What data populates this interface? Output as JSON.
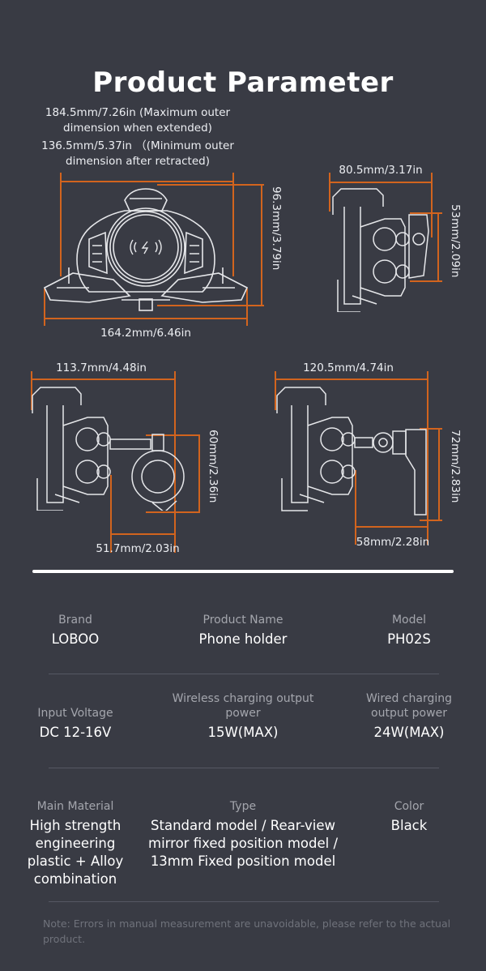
{
  "title": "Product Parameter",
  "accent_color": "#d2641e",
  "background_color": "#393b44",
  "diagrams": {
    "front_view": {
      "max_outer": "184.5mm/7.26in (Maximum outer",
      "max_outer_2": "dimension when extended)",
      "min_outer": "136.5mm/5.37in （(Minimum outer",
      "min_outer_2": "dimension after retracted)",
      "height": "96.3mm/3.79in",
      "width": "164.2mm/6.46in"
    },
    "side_view": {
      "width": "80.5mm/3.17in",
      "height": "53mm/2.09in"
    },
    "handlebar_view": {
      "width": "113.7mm/4.48in",
      "height": "60mm/2.36in",
      "depth": "51.7mm/2.03in"
    },
    "mirror_view": {
      "width": "120.5mm/4.74in",
      "height": "72mm/2.83in",
      "depth": "58mm/2.28in"
    }
  },
  "specs": [
    {
      "label": "Brand",
      "value": "LOBOO"
    },
    {
      "label": "Product Name",
      "value": "Phone holder"
    },
    {
      "label": "Model",
      "value": "PH02S"
    },
    {
      "label": "Input Voltage",
      "value": "DC 12-16V"
    },
    {
      "label": "Wireless charging output power",
      "value": "15W(MAX)"
    },
    {
      "label": "Wired charging output power",
      "value": "24W(MAX)"
    },
    {
      "label": "Main Material",
      "value": "High strength engineering plastic + Alloy combination"
    },
    {
      "label": "Type",
      "value": "Standard model / Rear-view mirror fixed position model / 13mm Fixed position model"
    },
    {
      "label": "Color",
      "value": "Black"
    }
  ],
  "note": "Note: Errors in manual measurement are unavoidable, please refer to the actual product."
}
